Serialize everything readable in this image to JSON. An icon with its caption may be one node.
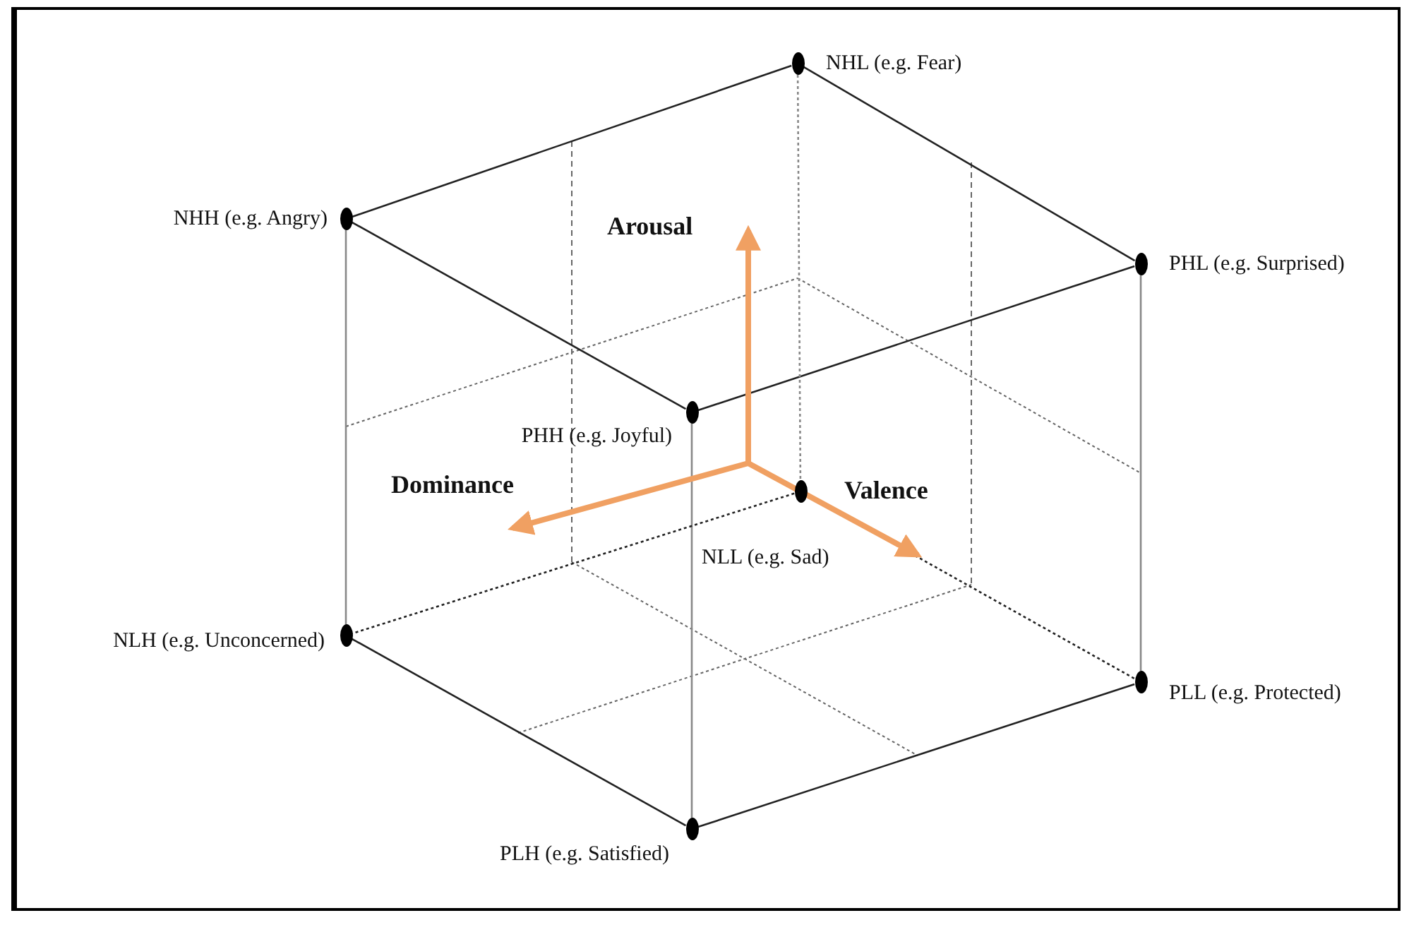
{
  "diagram": {
    "nodes": [
      {
        "text": [],
        "shape": "circle",
        "beside": [
          "NHL (e.g. Fear)"
        ]
      },
      {
        "text": [],
        "shape": "circle",
        "beside": [
          "NHH (e.g. Angry)"
        ]
      },
      {
        "text": [],
        "shape": "circle",
        "beside": [
          "PHL (e.g. Surprised)"
        ]
      },
      {
        "text": [],
        "shape": "circle",
        "beside": [
          "PHH (e.g. Joyful)"
        ]
      },
      {
        "text": [],
        "shape": "circle",
        "beside": [
          "NLL (e.g. Sad)"
        ]
      },
      {
        "text": [],
        "shape": "circle",
        "beside": [
          "NLH (e.g. Unconcerned)"
        ]
      },
      {
        "text": [],
        "shape": "circle",
        "beside": [
          "PLL (e.g. Protected)"
        ]
      },
      {
        "text": [],
        "shape": "circle",
        "beside": [
          "PLH (e.g. Satisfied)"
        ]
      }
    ],
    "edges": [
      {
        "from": 1,
        "to": 0,
        "arrow": "none"
      },
      {
        "from": 0,
        "to": 2,
        "arrow": "none"
      },
      {
        "from": 1,
        "to": 3,
        "arrow": "none"
      },
      {
        "from": 3,
        "to": 2,
        "arrow": "none"
      },
      {
        "from": 1,
        "to": 5,
        "arrow": "none",
        "color": "#888888"
      },
      {
        "from": 3,
        "to": 7,
        "arrow": "none",
        "color": "#888888"
      },
      {
        "from": 2,
        "to": 6,
        "arrow": "none",
        "color": "#888888"
      },
      {
        "from": 5,
        "to": 7,
        "arrow": "none"
      },
      {
        "from": 7,
        "to": 6,
        "arrow": "none"
      },
      {
        "from": 0,
        "to": 4,
        "arrow": "none",
        "style": "dashed",
        "color": "#888888"
      },
      {
        "from": 4,
        "to": 5,
        "arrow": "none",
        "style": "dashed"
      },
      {
        "from": 4,
        "to": 6,
        "arrow": "none",
        "style": "dashed"
      }
    ],
    "labels": [
      "Arousal",
      "Dominance",
      "Valence"
    ]
  }
}
